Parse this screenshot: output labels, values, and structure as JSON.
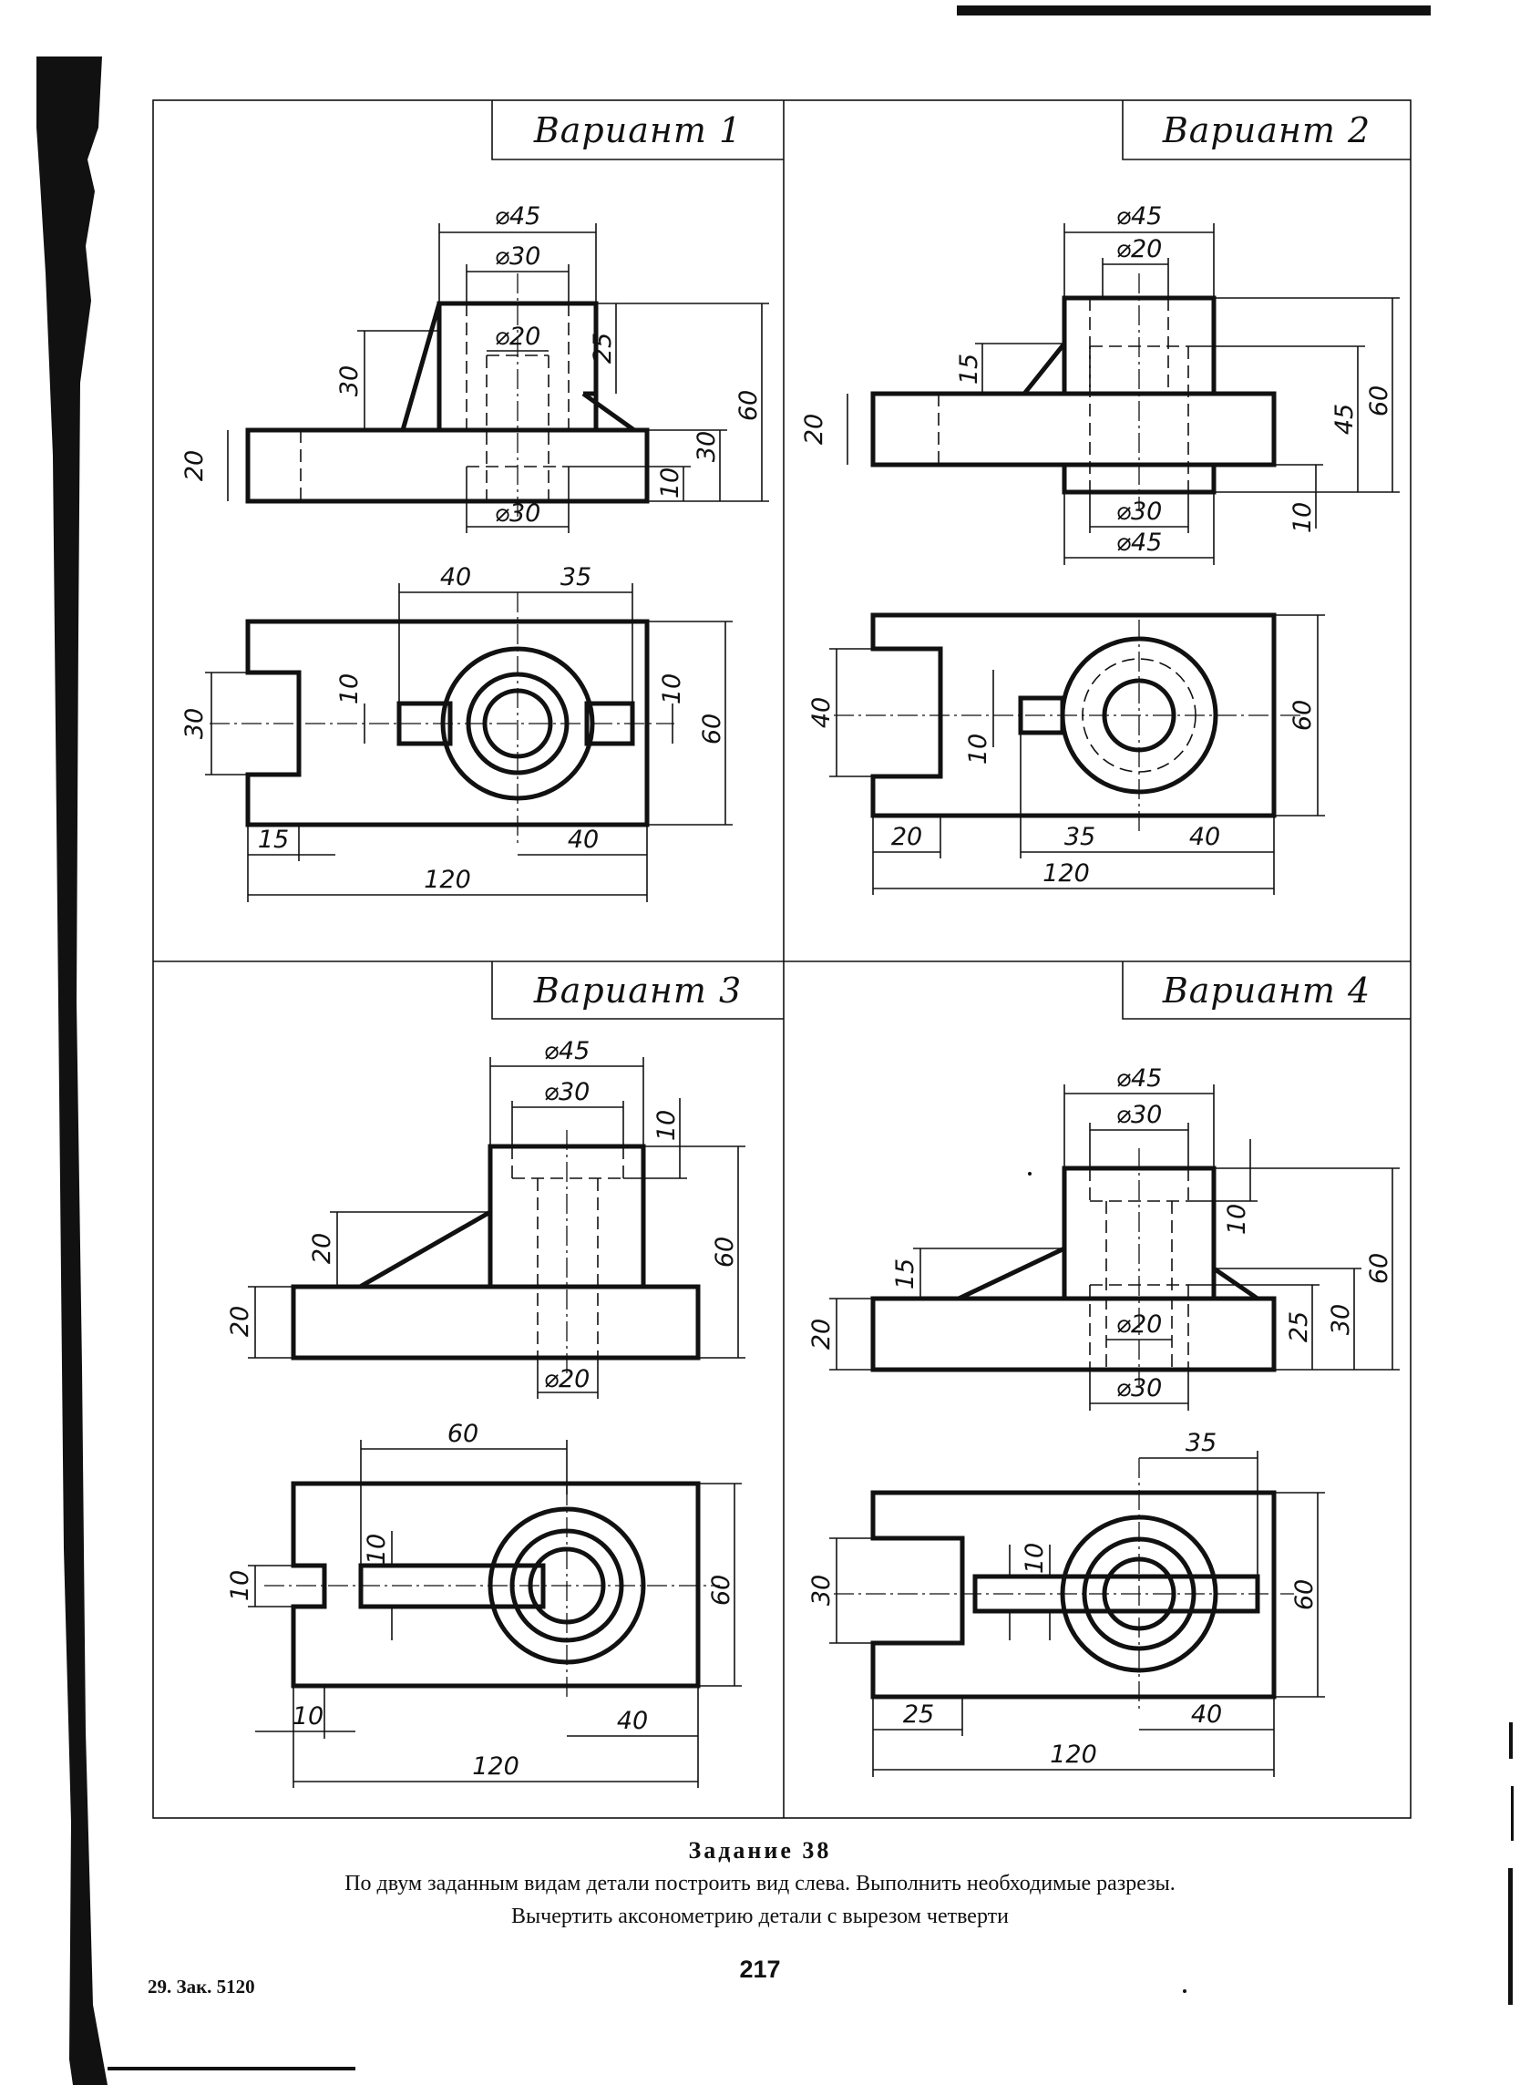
{
  "variants": [
    {
      "title": "Вариант 1",
      "front_dims": [
        "⌀45",
        "⌀30",
        "⌀20",
        "25",
        "30",
        "60",
        "20",
        "30",
        "10",
        "⌀30"
      ],
      "top_dims": [
        "40",
        "35",
        "10",
        "10",
        "30",
        "60",
        "15",
        "40",
        "120"
      ]
    },
    {
      "title": "Вариант 2",
      "front_dims": [
        "⌀45",
        "⌀20",
        "15",
        "60",
        "45",
        "20",
        "10",
        "⌀30",
        "⌀45"
      ],
      "top_dims": [
        "40",
        "10",
        "60",
        "20",
        "35",
        "40",
        "120"
      ]
    },
    {
      "title": "Вариант 3",
      "front_dims": [
        "⌀45",
        "⌀30",
        "10",
        "20",
        "60",
        "20",
        "⌀20"
      ],
      "top_dims": [
        "60",
        "10",
        "10",
        "60",
        "10",
        "40",
        "120"
      ]
    },
    {
      "title": "Вариант 4",
      "front_dims": [
        "⌀45",
        "⌀30",
        "10",
        "15",
        "60",
        "30",
        "25",
        "20",
        "⌀20",
        "⌀30"
      ],
      "top_dims": [
        "35",
        "10",
        "30",
        "60",
        "25",
        "40",
        "120"
      ]
    }
  ],
  "task": {
    "title": "Задание 38",
    "line1": "По двум заданным видам детали построить вид слева. Выполнить необходимые разрезы.",
    "line2": "Вычертить аксонометрию детали с вырезом четверти"
  },
  "page_number": "217",
  "print_mark": "29. Зак. 5120"
}
